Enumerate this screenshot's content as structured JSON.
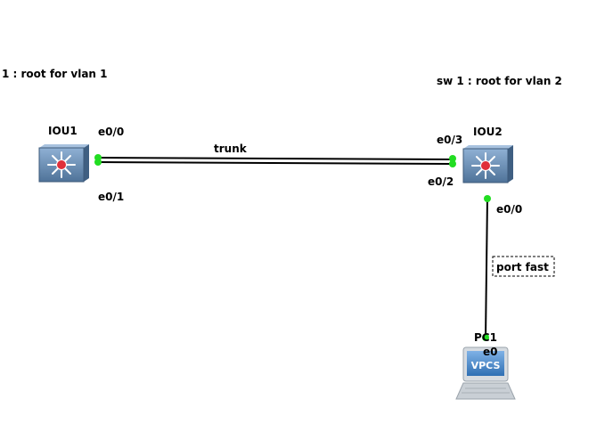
{
  "annotations": {
    "left_note": "1 : root for vlan 1",
    "right_note": "sw 1 : root for vlan 2",
    "link_note": "trunk",
    "port_note": "port fast"
  },
  "nodes": {
    "iou1": {
      "name": "IOU1"
    },
    "iou2": {
      "name": "IOU2"
    },
    "pc1": {
      "name": "PC1",
      "screen_text": "VPCS"
    }
  },
  "interfaces": {
    "iou1_e0_0": "e0/0",
    "iou1_e0_1": "e0/1",
    "iou2_e0_3": "e0/3",
    "iou2_e0_2": "e0/2",
    "iou2_e0_0": "e0/0",
    "pc1_e0": "e0"
  },
  "colors": {
    "link": "#000000",
    "port_up": "#22dd22",
    "switch_body": "#5b7fa6",
    "switch_center": "#e0303a",
    "vpcs_screen": "#4a8ac8"
  }
}
